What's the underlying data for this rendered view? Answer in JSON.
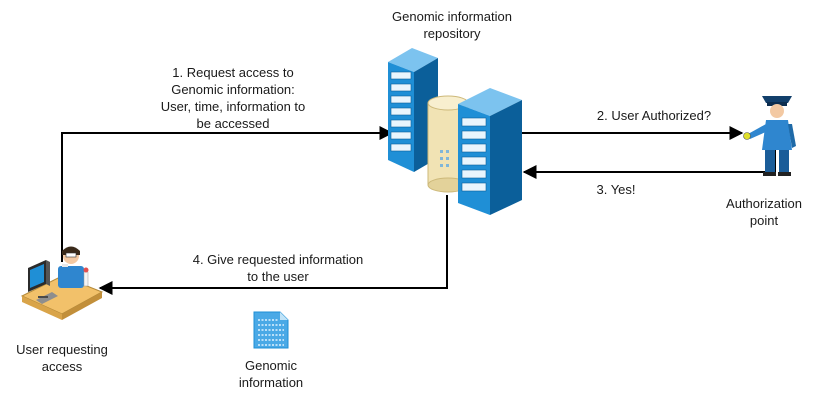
{
  "repository": {
    "label_lines": [
      "Genomic information",
      "repository"
    ]
  },
  "authorization": {
    "label_lines": [
      "Authorization",
      "point"
    ]
  },
  "user": {
    "label_lines": [
      "User requesting",
      "access"
    ]
  },
  "document": {
    "label_lines": [
      "Genomic",
      "information"
    ]
  },
  "steps": {
    "step1": {
      "lines": [
        "1. Request access to",
        "Genomic information:",
        "User, time, information to",
        "be accessed"
      ]
    },
    "step2": {
      "lines": [
        "2. User Authorized?"
      ]
    },
    "step3": {
      "lines": [
        "3. Yes!"
      ]
    },
    "step4": {
      "lines": [
        "4. Give requested information",
        "to the user"
      ]
    }
  },
  "colors": {
    "server_front": "#1f8fd6",
    "server_side": "#0b5f9a",
    "server_top": "#7cc3ef",
    "cylinder": "#f1e3b4",
    "officer": "#2f86cf",
    "desk": "#f2c16a",
    "arrow": "#000000"
  },
  "icons": [
    "server-icon",
    "database-cylinder-icon",
    "security-officer-icon",
    "scientist-workstation-icon",
    "document-icon"
  ]
}
